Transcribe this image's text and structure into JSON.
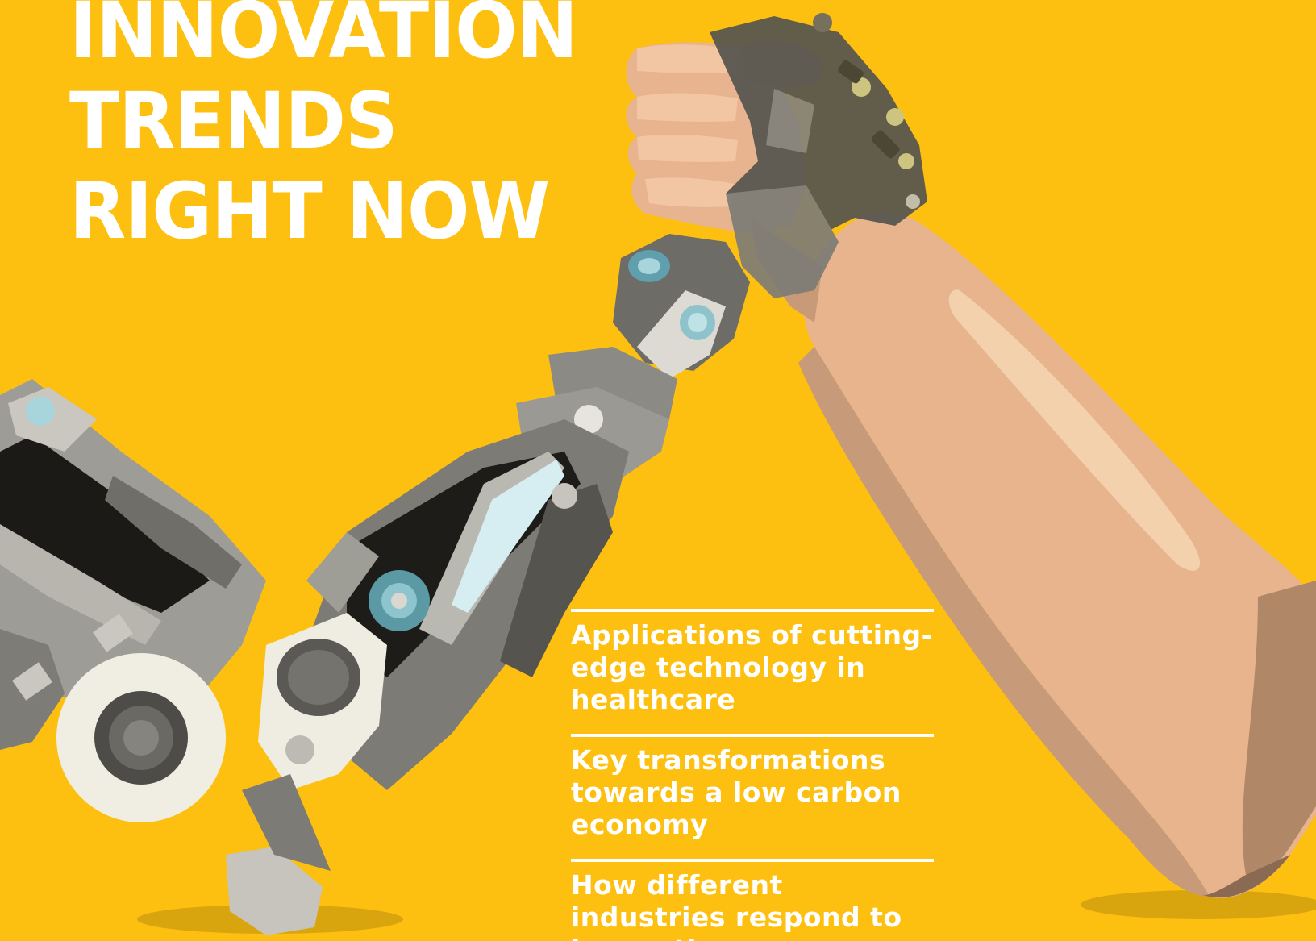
{
  "headline": {
    "line1": "INNOVATION",
    "line2": "TRENDS",
    "line3": "RIGHT NOW"
  },
  "topics": [
    {
      "text": "Applications of cutting-edge technology in healthcare"
    },
    {
      "text": "Key transformations towards a low carbon economy"
    },
    {
      "text": "How different industries respond to innovation"
    }
  ],
  "colors": {
    "background": "#fdc010",
    "text": "#ffffff",
    "skin": "#e8b48f",
    "robot_metal": "#8a8882"
  },
  "illustration": {
    "icon": "robot-human-arm-wrestling-icon"
  }
}
